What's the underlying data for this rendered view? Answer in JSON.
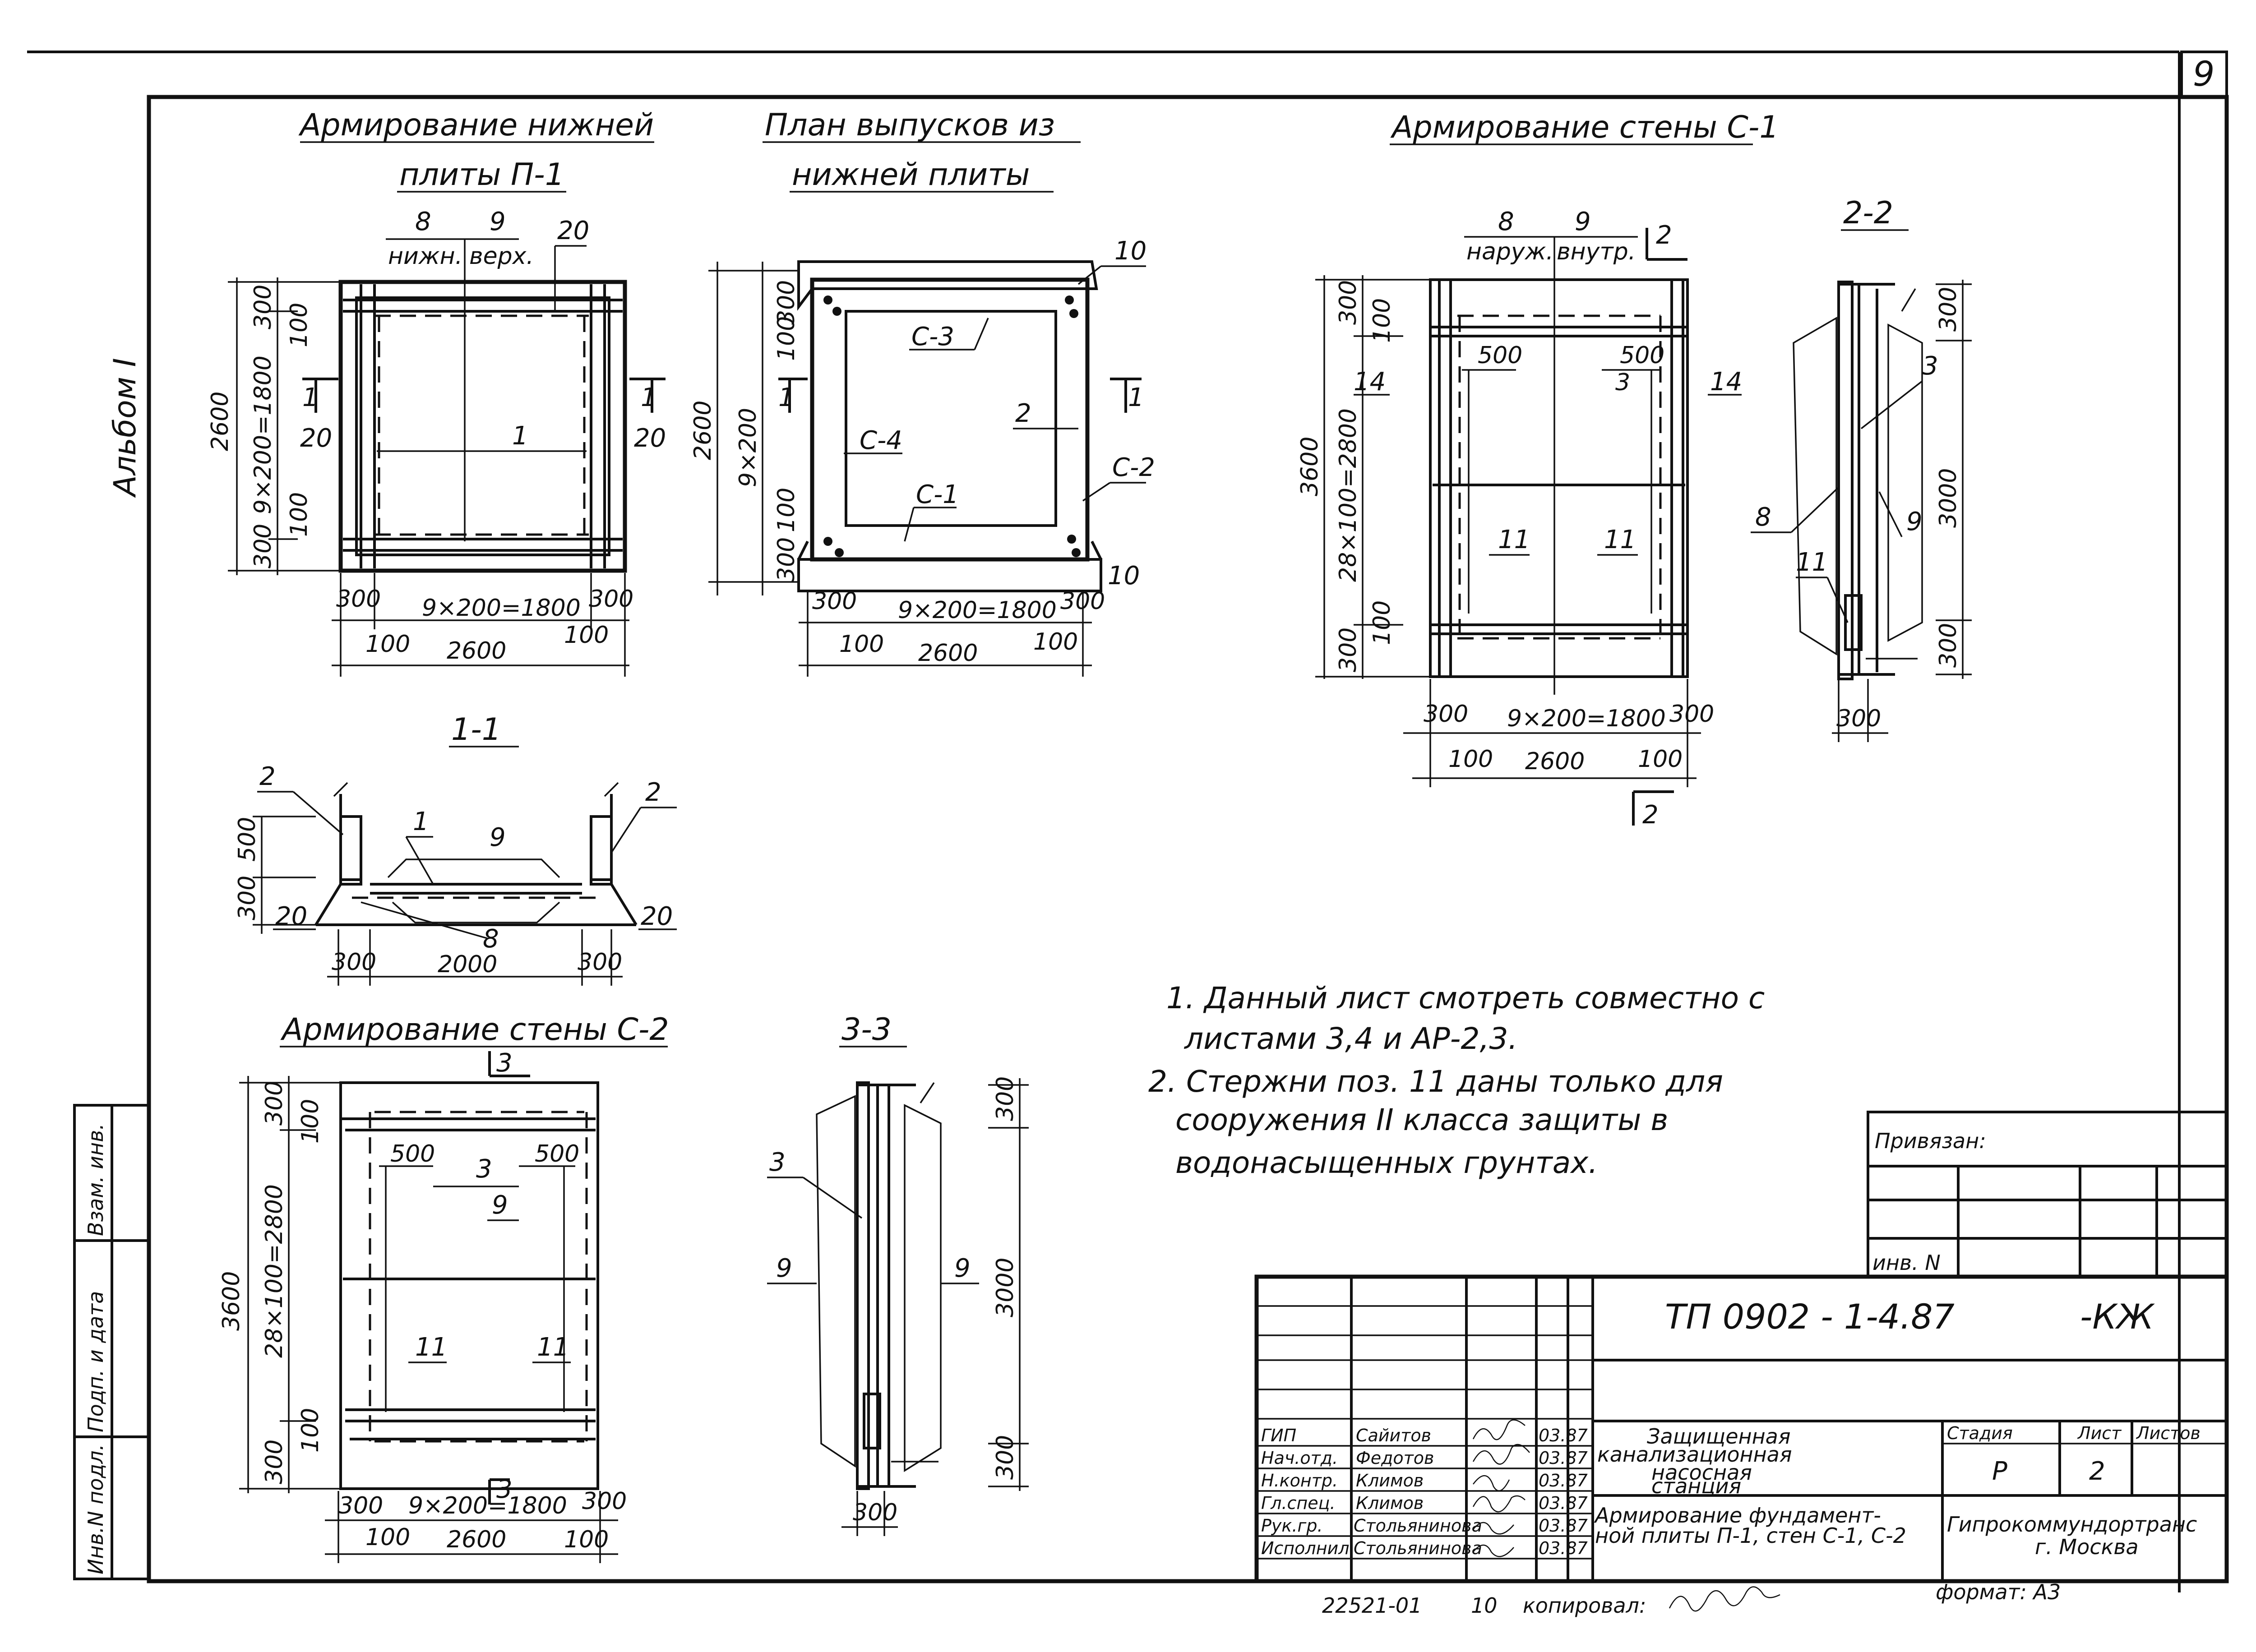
{
  "sheet": {
    "sheet_number": "9",
    "album": "Альбом I"
  },
  "views": {
    "slab_reinforcement": {
      "title_line1": "Армирование нижней",
      "title_line2": "плиты П-1",
      "bar_bottom_pos": "8",
      "bar_bottom_label": "нижн.",
      "bar_top_pos": "9",
      "bar_top_label": "верх.",
      "pos_20": "20",
      "pos_1": "1",
      "section_mark": "1",
      "dim_total_v": "2600",
      "dim_spacing_v": "9×200=1800",
      "dim_300": "300",
      "dim_100": "100",
      "dim_spacing_h": "9×200=1800",
      "dim_total_h": "2600"
    },
    "dowel_plan": {
      "title_line1": "План выпусков из",
      "title_line2": "нижней плиты",
      "labels": [
        "С-3",
        "С-4",
        "С-1",
        "С-2",
        "2",
        "10",
        "10"
      ],
      "dim_total_v": "2600",
      "dim_spacing_v": "9×200",
      "dim_spacing_h": "9×200=1800",
      "dim_total_h": "2600",
      "dim_300": "300",
      "dim_100": "100",
      "section_mark": "1"
    },
    "wall_c1": {
      "title": "Армирование стены С-1",
      "bar_outer_pos": "8",
      "bar_outer_label": "наруж.",
      "bar_inner_pos": "9",
      "bar_inner_label": "внутр.",
      "section_mark": "2",
      "pos_14": "14",
      "pos_11": "11",
      "pos_3": "3",
      "dim_500": "500",
      "dim_total_v": "3600",
      "dim_spacing_v": "28×100=2800",
      "dim_spacing_h": "9×200=1800",
      "dim_total_h": "2600",
      "dim_300": "300",
      "dim_100": "100"
    },
    "section_2_2": {
      "title": "2-2",
      "labels": [
        "3",
        "8",
        "11",
        "9"
      ],
      "dim_300": "300",
      "dim_3000": "3000"
    },
    "section_1_1": {
      "title": "1-1",
      "labels": [
        "2",
        "2",
        "1",
        "9",
        "8",
        "20",
        "20"
      ],
      "dim_300": "300",
      "dim_500": "500",
      "dim_2000": "2000"
    },
    "wall_c2": {
      "title": "Армирование стены С-2",
      "section_mark": "3",
      "pos_3": "3",
      "pos_9": "9",
      "pos_11": "11",
      "dim_500": "500",
      "dim_total_v": "3600",
      "dim_spacing_v": "28×100=2800",
      "dim_spacing_h": "9×200=1800",
      "dim_total_h": "2600",
      "dim_300": "300",
      "dim_100": "100"
    },
    "section_3_3": {
      "title": "3-3",
      "labels": [
        "3",
        "9",
        "9"
      ],
      "dim_300": "300",
      "dim_3000": "3000"
    }
  },
  "notes": [
    "1. Данный лист смотреть совместно с",
    "листами 3,4 и АР-2,3.",
    "2. Стержни поз. 11 даны только для",
    "сооружения II класса защиты в",
    "водонасыщенных грунтах."
  ],
  "binding_block": {
    "label": "Привязан:",
    "inv_label": "инв. N"
  },
  "left_stamp": [
    "Инв.N подл.",
    "Подп. и дата",
    "Взам. инв."
  ],
  "title_block": {
    "code": "ТП   0902 - 1-4.87",
    "mark": "-КЖ",
    "object_name": [
      "Защищенная",
      "канализационная",
      "насосная",
      "станция"
    ],
    "sheet_name": [
      "Армирование фундамент-",
      "ной плиты П-1, стен С-1, С-2"
    ],
    "stage_header": "Стадия",
    "sheet_header": "Лист",
    "sheets_header": "Листов",
    "stage": "Р",
    "sheet": "2",
    "organization": [
      "Гипрокоммундортранс",
      "г. Москва"
    ],
    "signatures": [
      {
        "role": "ГИП",
        "name": "Сайитов",
        "date": "03.87"
      },
      {
        "role": "Нач.отд.",
        "name": "Федотов",
        "date": "03.87"
      },
      {
        "role": "Н.контр.",
        "name": "Климов",
        "date": "03.87"
      },
      {
        "role": "Гл.спец.",
        "name": "Климов",
        "date": "03.87"
      },
      {
        "role": "Рук.гр.",
        "name": "Стольянинова",
        "date": "03.87"
      },
      {
        "role": "Исполнил",
        "name": "Стольянинова",
        "date": "03.87"
      }
    ]
  },
  "footer": {
    "archive_number": "22521-01",
    "copy_number": "10",
    "copied_label": "копировал:",
    "format_label": "формат: А3"
  }
}
